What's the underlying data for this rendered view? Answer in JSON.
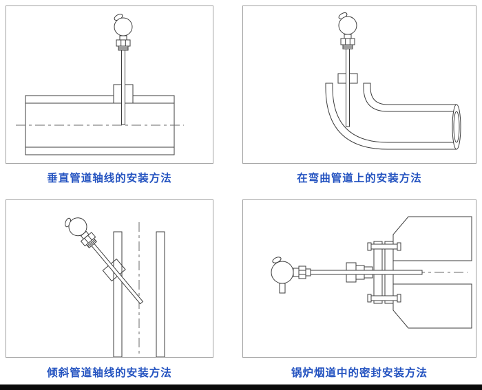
{
  "page": {
    "background": "#ffffff",
    "caption_color": "#2453c0",
    "footer_bar_color": "#0a0a0a"
  },
  "figure": {
    "description_names": [
      "thermocouple-vertical-installation",
      "thermocouple-elbow-installation",
      "thermocouple-inclined-installation",
      "thermocouple-sealed-flue-installation"
    ]
  },
  "panels": [
    {
      "id": "vertical-pipe",
      "caption": "垂直管道轴线的安装方法"
    },
    {
      "id": "curved-pipe",
      "caption": "在弯曲管道上的安装方法"
    },
    {
      "id": "inclined-pipe",
      "caption": "倾斜管道轴线的安装方法"
    },
    {
      "id": "boiler-flue",
      "caption": "锅炉烟道中的密封安装方法"
    }
  ]
}
